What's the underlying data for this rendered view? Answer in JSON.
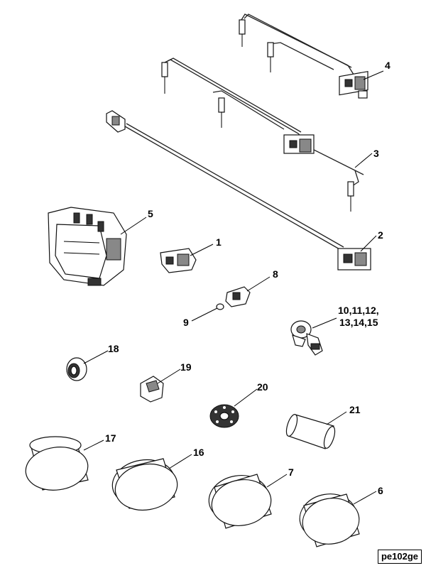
{
  "callouts": {
    "c1": "1",
    "c2": "2",
    "c3": "3",
    "c4": "4",
    "c5": "5",
    "c6": "6",
    "c7": "7",
    "c8": "8",
    "c9": "9",
    "c10a": "10,11,12,",
    "c10b": "13,14,15",
    "c16": "16",
    "c17": "17",
    "c18": "18",
    "c19": "19",
    "c20": "20",
    "c21": "21"
  },
  "reference_code": "pe102ge"
}
